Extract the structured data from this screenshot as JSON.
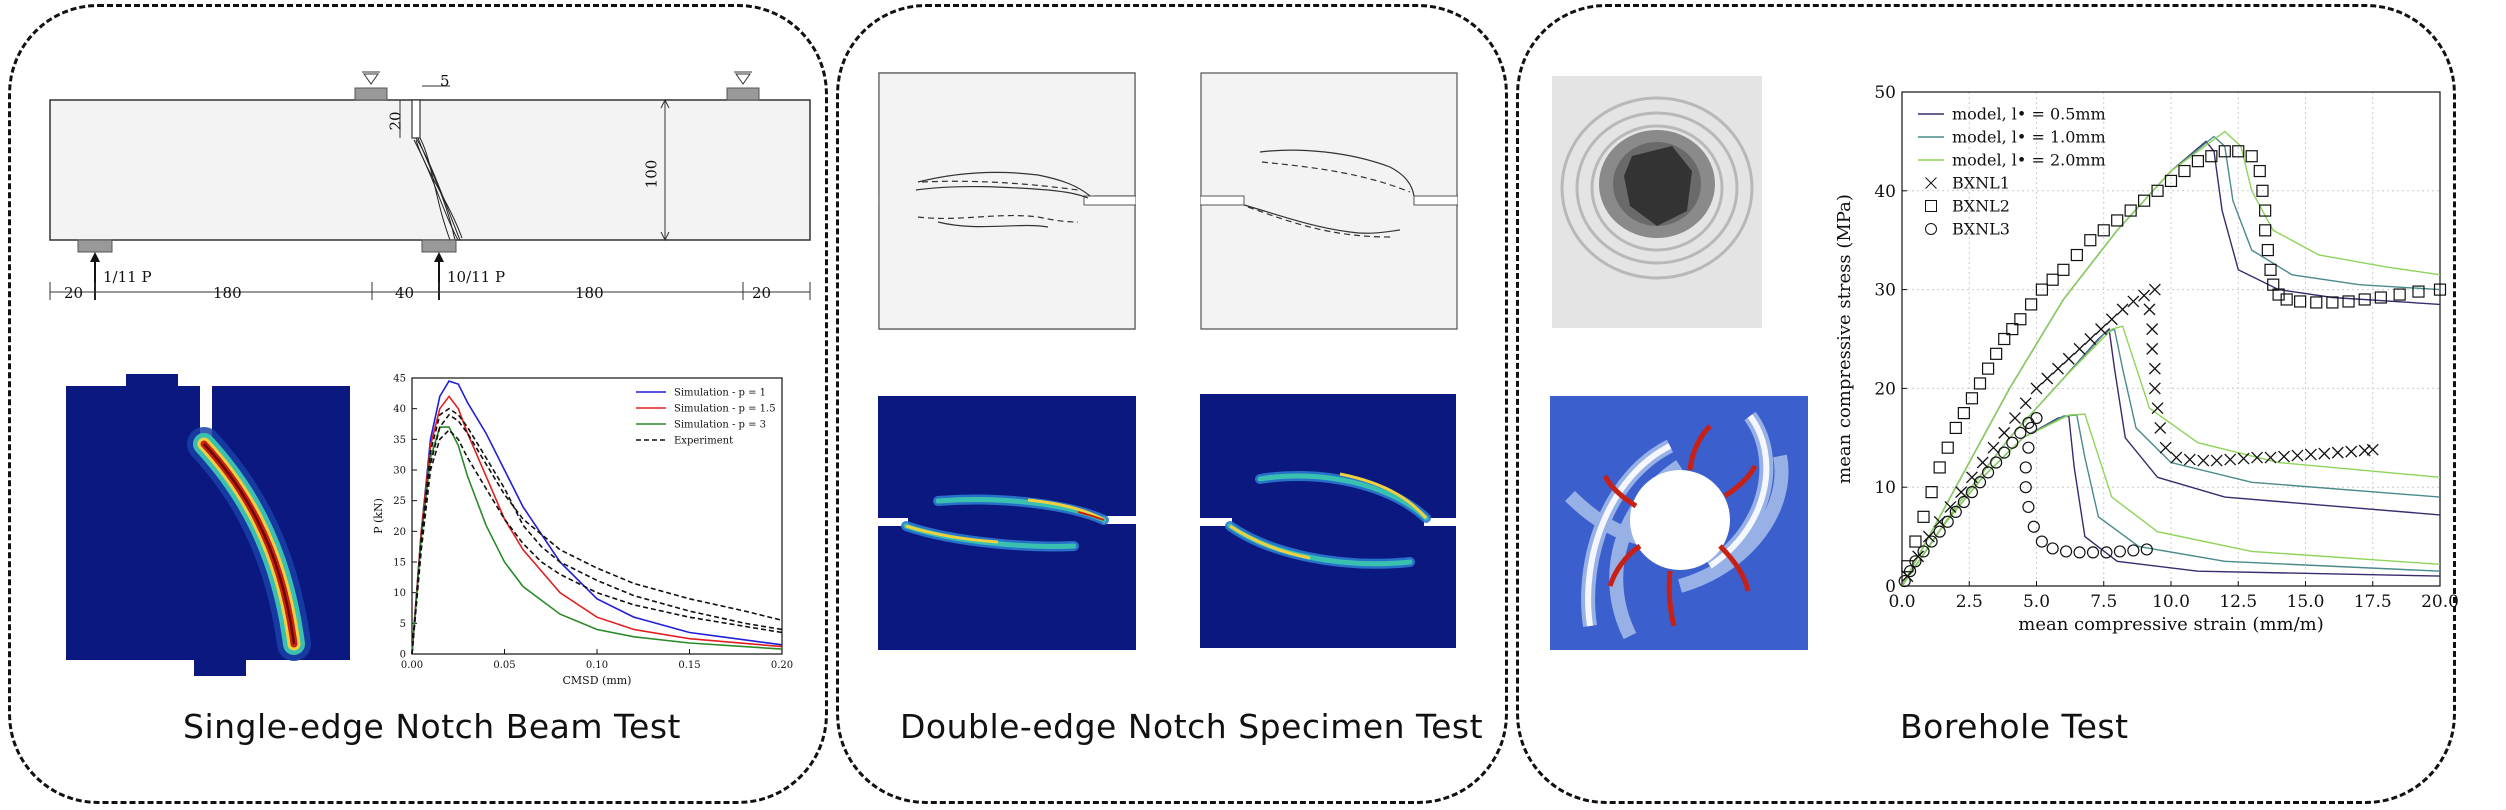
{
  "panels": {
    "senb": {
      "caption": "Single-edge Notch Beam Test",
      "schematic": {
        "notch_width": "5",
        "notch_depth": "20",
        "height": "100",
        "dims": [
          "20",
          "180",
          "40",
          "180",
          "20"
        ],
        "load_left": "1/11 P",
        "load_right": "10/11 P"
      }
    },
    "densp": {
      "caption": "Double-edge Notch Specimen Test"
    },
    "borehole": {
      "caption": "Borehole Test"
    }
  },
  "chart_data": [
    {
      "type": "line",
      "id": "senb-load-cmsd",
      "xlabel": "CMSD (mm)",
      "ylabel": "P (kN)",
      "xlim": [
        0,
        0.2
      ],
      "ylim": [
        0,
        45
      ],
      "xticks": [
        "0.00",
        "0.05",
        "0.10",
        "0.15",
        "0.20"
      ],
      "yticks": [
        "0",
        "5",
        "10",
        "15",
        "20",
        "25",
        "30",
        "35",
        "40",
        "45"
      ],
      "legend_position": "top-right",
      "series": [
        {
          "name": "Simulation - p = 1",
          "color": "#1f1fd8",
          "style": "solid",
          "x": [
            0,
            0.005,
            0.01,
            0.015,
            0.02,
            0.025,
            0.03,
            0.04,
            0.05,
            0.06,
            0.08,
            0.1,
            0.12,
            0.15,
            0.2
          ],
          "y": [
            0,
            20,
            35,
            42,
            44.5,
            44,
            41,
            36,
            30,
            24,
            15,
            9,
            6,
            3.5,
            1.5
          ]
        },
        {
          "name": "Simulation - p = 1.5",
          "color": "#e02020",
          "style": "solid",
          "x": [
            0,
            0.005,
            0.01,
            0.015,
            0.02,
            0.025,
            0.03,
            0.04,
            0.05,
            0.06,
            0.08,
            0.1,
            0.12,
            0.15,
            0.2
          ],
          "y": [
            0,
            20,
            34,
            40,
            42,
            40,
            36,
            29,
            22,
            17,
            10,
            6,
            4,
            2.5,
            1.2
          ]
        },
        {
          "name": "Simulation - p = 3",
          "color": "#2a8a2a",
          "style": "solid",
          "x": [
            0,
            0.005,
            0.01,
            0.015,
            0.02,
            0.025,
            0.03,
            0.04,
            0.05,
            0.06,
            0.08,
            0.1,
            0.12,
            0.15,
            0.2
          ],
          "y": [
            0,
            19,
            32,
            37,
            37,
            34,
            29,
            21,
            15,
            11,
            6.5,
            4,
            2.8,
            1.8,
            0.8
          ]
        },
        {
          "name": "Experiment",
          "color": "#111111",
          "style": "dashed",
          "x": [
            0,
            0.005,
            0.01,
            0.015,
            0.02,
            0.025,
            0.03,
            0.04,
            0.05,
            0.06,
            0.07,
            0.08,
            0.1,
            0.12,
            0.15,
            0.18,
            0.2
          ],
          "y": [
            0,
            18,
            31,
            37,
            39,
            38,
            36,
            31,
            26,
            22,
            19.5,
            17,
            14,
            11.5,
            9,
            7,
            5.5
          ]
        },
        {
          "name": "",
          "color": "#111111",
          "style": "dashed",
          "x": [
            0,
            0.005,
            0.01,
            0.015,
            0.02,
            0.025,
            0.03,
            0.04,
            0.05,
            0.06,
            0.07,
            0.08,
            0.1,
            0.12,
            0.15,
            0.18,
            0.2
          ],
          "y": [
            0,
            19,
            33,
            39,
            40,
            39,
            37,
            32,
            27,
            21,
            17.5,
            15,
            12,
            9.5,
            7,
            5,
            4
          ]
        },
        {
          "name": "",
          "color": "#111111",
          "style": "dashed",
          "x": [
            0,
            0.005,
            0.01,
            0.015,
            0.02,
            0.025,
            0.03,
            0.04,
            0.05,
            0.06,
            0.07,
            0.08,
            0.1,
            0.12,
            0.15,
            0.18,
            0.2
          ],
          "y": [
            0,
            17,
            30,
            35,
            36.5,
            35,
            32,
            27,
            22,
            18,
            15,
            13,
            10,
            8,
            6,
            4.5,
            3.5
          ]
        }
      ]
    },
    {
      "type": "line",
      "id": "borehole-stress-strain",
      "xlabel": "mean compressive strain (mm/m)",
      "ylabel": "mean compressive stress (MPa)",
      "xlim": [
        0,
        20
      ],
      "ylim": [
        0,
        50
      ],
      "xticks": [
        "0.0",
        "2.5",
        "5.0",
        "7.5",
        "10.0",
        "12.5",
        "15.0",
        "17.5",
        "20.0"
      ],
      "yticks": [
        "0",
        "10",
        "20",
        "30",
        "40",
        "50"
      ],
      "grid": true,
      "legend_position": "top-left",
      "legend": [
        {
          "label": "model, l• = 0.5mm",
          "color": "#3b2a6e",
          "marker": "line"
        },
        {
          "label": "model, l• = 1.0mm",
          "color": "#4a8a8a",
          "marker": "line"
        },
        {
          "label": "model, l• = 2.0mm",
          "color": "#8fd45a",
          "marker": "line"
        },
        {
          "label": "BXNL1",
          "color": "#111111",
          "marker": "x"
        },
        {
          "label": "BXNL2",
          "color": "#111111",
          "marker": "square"
        },
        {
          "label": "BXNL3",
          "color": "#111111",
          "marker": "circle"
        }
      ],
      "series": [
        {
          "name": "model, l• = 0.5mm",
          "color": "#3b2a6e",
          "x": [
            0,
            2,
            4,
            6,
            8,
            10,
            11.3,
            11.6,
            11.9,
            12.5,
            14,
            16,
            20
          ],
          "y": [
            0,
            10,
            20,
            29,
            36,
            42,
            45,
            44,
            38,
            32,
            30,
            29.2,
            28.5
          ]
        },
        {
          "name": "model, l• = 1.0mm",
          "color": "#4a8a8a",
          "x": [
            0,
            2,
            4,
            6,
            8,
            10,
            11.6,
            12,
            12.3,
            13,
            14.5,
            17,
            20
          ],
          "y": [
            0,
            10,
            20,
            29,
            36,
            42,
            45.5,
            44.5,
            39,
            34,
            31.5,
            30.5,
            30
          ]
        },
        {
          "name": "model, l• = 2.0mm",
          "color": "#8fd45a",
          "x": [
            0,
            2,
            4,
            6,
            8,
            10,
            12,
            12.6,
            13,
            13.8,
            15.5,
            18,
            20
          ],
          "y": [
            0,
            10,
            20,
            29,
            36,
            42,
            46,
            44.5,
            40,
            36,
            33.5,
            32.3,
            31.5
          ]
        },
        {
          "name": "model, l• = 0.5mm (mid)",
          "color": "#3b2a6e",
          "x": [
            0,
            2,
            4,
            6,
            7.3,
            7.7,
            7.9,
            8.3,
            9.5,
            12,
            20
          ],
          "y": [
            0,
            8,
            15,
            21,
            25,
            26,
            22,
            15,
            11,
            9,
            7.2
          ]
        },
        {
          "name": "model, l• = 1.0mm (mid)",
          "color": "#4a8a8a",
          "x": [
            0,
            2,
            4,
            6,
            7.5,
            7.9,
            8.2,
            8.7,
            10,
            13,
            20
          ],
          "y": [
            0,
            8,
            15,
            21,
            25.5,
            26,
            22,
            16,
            12.5,
            10.5,
            9
          ]
        },
        {
          "name": "model, l• = 2.0mm (mid)",
          "color": "#8fd45a",
          "x": [
            0,
            2,
            4,
            6,
            7.8,
            8.2,
            8.6,
            9.2,
            11,
            14,
            20
          ],
          "y": [
            0,
            8,
            15,
            21,
            26,
            26.3,
            23,
            18,
            14.5,
            12.5,
            11
          ]
        },
        {
          "name": "model, l• = 0.5mm (low)",
          "color": "#3b2a6e",
          "x": [
            0,
            1.5,
            3,
            4.5,
            5.8,
            6.2,
            6.4,
            6.8,
            8,
            11,
            20
          ],
          "y": [
            0,
            6,
            11,
            15,
            17,
            17.2,
            12,
            5,
            2.5,
            1.5,
            1
          ]
        },
        {
          "name": "model, l• = 1.0mm (low)",
          "color": "#4a8a8a",
          "x": [
            0,
            1.5,
            3,
            4.5,
            6,
            6.5,
            6.8,
            7.3,
            8.8,
            12,
            20
          ],
          "y": [
            0,
            6,
            11,
            15,
            17.2,
            17.3,
            13,
            7,
            4,
            2.5,
            1.5
          ]
        },
        {
          "name": "model, l• = 2.0mm (low)",
          "color": "#8fd45a",
          "x": [
            0,
            1.5,
            3,
            4.5,
            6.2,
            6.8,
            7.2,
            7.8,
            9.5,
            13,
            20
          ],
          "y": [
            0,
            6,
            11,
            15,
            17.3,
            17.4,
            14,
            9,
            5.5,
            3.5,
            2.2
          ]
        },
        {
          "name": "BXNL1",
          "marker": "x",
          "color": "#111111",
          "x": [
            0.2,
            0.6,
            1,
            1.4,
            1.8,
            2.2,
            2.6,
            3,
            3.4,
            3.8,
            4.2,
            4.6,
            5,
            5.4,
            5.8,
            6.2,
            6.6,
            7,
            7.4,
            7.8,
            8.2,
            8.6,
            9,
            9.4,
            9.2,
            9.3,
            9.3,
            9.4,
            9.4,
            9.5,
            9.6,
            9.8,
            10.2,
            10.7,
            11.2,
            11.7,
            12.2,
            12.7,
            13.2,
            13.7,
            14.2,
            14.7,
            15.2,
            15.7,
            16.2,
            16.7,
            17.2,
            17.5
          ],
          "y": [
            1,
            3,
            5,
            6.5,
            8,
            9.5,
            11,
            12.5,
            14,
            15.5,
            17,
            18.5,
            20,
            21,
            22,
            23,
            24,
            25,
            26,
            27,
            28,
            28.8,
            29.4,
            30,
            28,
            26,
            24,
            22,
            20,
            18,
            16,
            14,
            13,
            12.8,
            12.7,
            12.7,
            12.8,
            12.9,
            13,
            13,
            13.1,
            13.2,
            13.3,
            13.4,
            13.5,
            13.6,
            13.7,
            13.8
          ]
        },
        {
          "name": "BXNL2",
          "marker": "square",
          "color": "#111111",
          "x": [
            0.2,
            0.5,
            0.8,
            1.1,
            1.4,
            1.7,
            2,
            2.3,
            2.6,
            2.9,
            3.2,
            3.5,
            3.8,
            4.1,
            4.4,
            4.8,
            5.2,
            5.6,
            6,
            6.5,
            7,
            7.5,
            8,
            8.5,
            9,
            9.5,
            10,
            10.5,
            11,
            11.5,
            12,
            12.5,
            13,
            13.3,
            13.4,
            13.5,
            13.5,
            13.6,
            13.7,
            13.8,
            14,
            14.3,
            14.8,
            15.4,
            16,
            16.6,
            17.2,
            17.8,
            18.5,
            19.2,
            20
          ],
          "y": [
            2,
            4.5,
            7,
            9.5,
            12,
            14,
            16,
            17.5,
            19,
            20.5,
            22,
            23.5,
            25,
            26,
            27,
            28.5,
            30,
            31,
            32,
            33.5,
            35,
            36,
            37,
            38,
            39,
            40,
            41,
            42,
            43,
            43.5,
            44,
            44,
            43.5,
            42,
            40,
            38,
            36,
            34,
            32,
            30.5,
            29.5,
            29,
            28.8,
            28.7,
            28.7,
            28.8,
            29,
            29.2,
            29.5,
            29.8,
            30
          ]
        },
        {
          "name": "BXNL3",
          "marker": "circle",
          "color": "#111111",
          "x": [
            0.1,
            0.3,
            0.5,
            0.8,
            1.1,
            1.4,
            1.7,
            2,
            2.3,
            2.6,
            2.9,
            3.2,
            3.5,
            3.8,
            4.1,
            4.4,
            4.7,
            5,
            4.8,
            4.7,
            4.6,
            4.6,
            4.7,
            4.9,
            5.2,
            5.6,
            6.1,
            6.6,
            7.1,
            7.6,
            8.1,
            8.6,
            9.1
          ],
          "y": [
            0.5,
            1.5,
            2.5,
            3.5,
            4.5,
            5.5,
            6.5,
            7.5,
            8.5,
            9.5,
            10.5,
            11.5,
            12.5,
            13.5,
            14.5,
            15.5,
            16.5,
            17,
            16,
            14,
            12,
            10,
            8,
            6,
            4.5,
            3.8,
            3.5,
            3.4,
            3.4,
            3.4,
            3.5,
            3.6,
            3.7
          ]
        }
      ]
    }
  ]
}
